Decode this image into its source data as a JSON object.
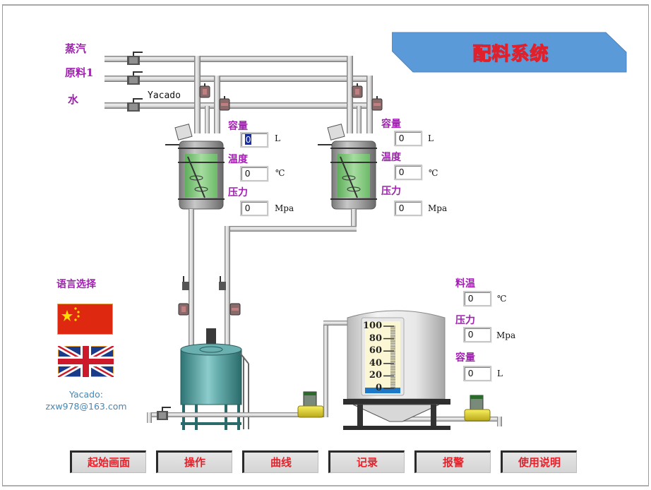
{
  "title": "配料系统",
  "colors": {
    "accent_purple": "#a020b0",
    "nav_text": "#e8202a",
    "banner_blue": "#5b9ad8",
    "title_outline": "#e0202a",
    "contact_text": "#4a86b0",
    "tank_green": "#7cc47a",
    "mixer_teal": "#4a9a9a",
    "level_blue": "#1e78c8"
  },
  "supply_lines": [
    {
      "label": "蒸汽",
      "icon": "ball-valve-icon"
    },
    {
      "label": "原料1",
      "icon": "ball-valve-icon"
    },
    {
      "label": "水",
      "icon": "ball-valve-icon"
    }
  ],
  "watermark_tag": "Yacado",
  "tank1": {
    "capacity": {
      "label": "容量",
      "value": "0",
      "unit": "L"
    },
    "temperature": {
      "label": "温度",
      "value": "0",
      "unit": "℃"
    },
    "pressure": {
      "label": "压力",
      "value": "0",
      "unit": "Mpa"
    }
  },
  "tank2": {
    "capacity": {
      "label": "容量",
      "value": "0",
      "unit": "L"
    },
    "temperature": {
      "label": "温度",
      "value": "0",
      "unit": "℃"
    },
    "pressure": {
      "label": "压力",
      "value": "0",
      "unit": "Mpa"
    }
  },
  "storage_tank": {
    "material_temp": {
      "label": "料温",
      "value": "0",
      "unit": "℃"
    },
    "pressure": {
      "label": "压力",
      "value": "0",
      "unit": "Mpa"
    },
    "capacity": {
      "label": "容量",
      "value": "0",
      "unit": "L"
    },
    "gauge": {
      "ticks": [
        "100",
        "80",
        "60",
        "40",
        "20",
        "0"
      ],
      "level_percent": 0
    }
  },
  "language": {
    "label": "语言选择",
    "options": [
      {
        "name": "Chinese",
        "icon": "china-flag-icon"
      },
      {
        "name": "English",
        "icon": "uk-flag-icon"
      }
    ]
  },
  "contact": {
    "line1": "Yacado:",
    "line2": "zxw978@163.com"
  },
  "nav": [
    {
      "label": "起始画面"
    },
    {
      "label": "操作"
    },
    {
      "label": "曲线"
    },
    {
      "label": "记录"
    },
    {
      "label": "报警"
    },
    {
      "label": "使用说明"
    }
  ]
}
